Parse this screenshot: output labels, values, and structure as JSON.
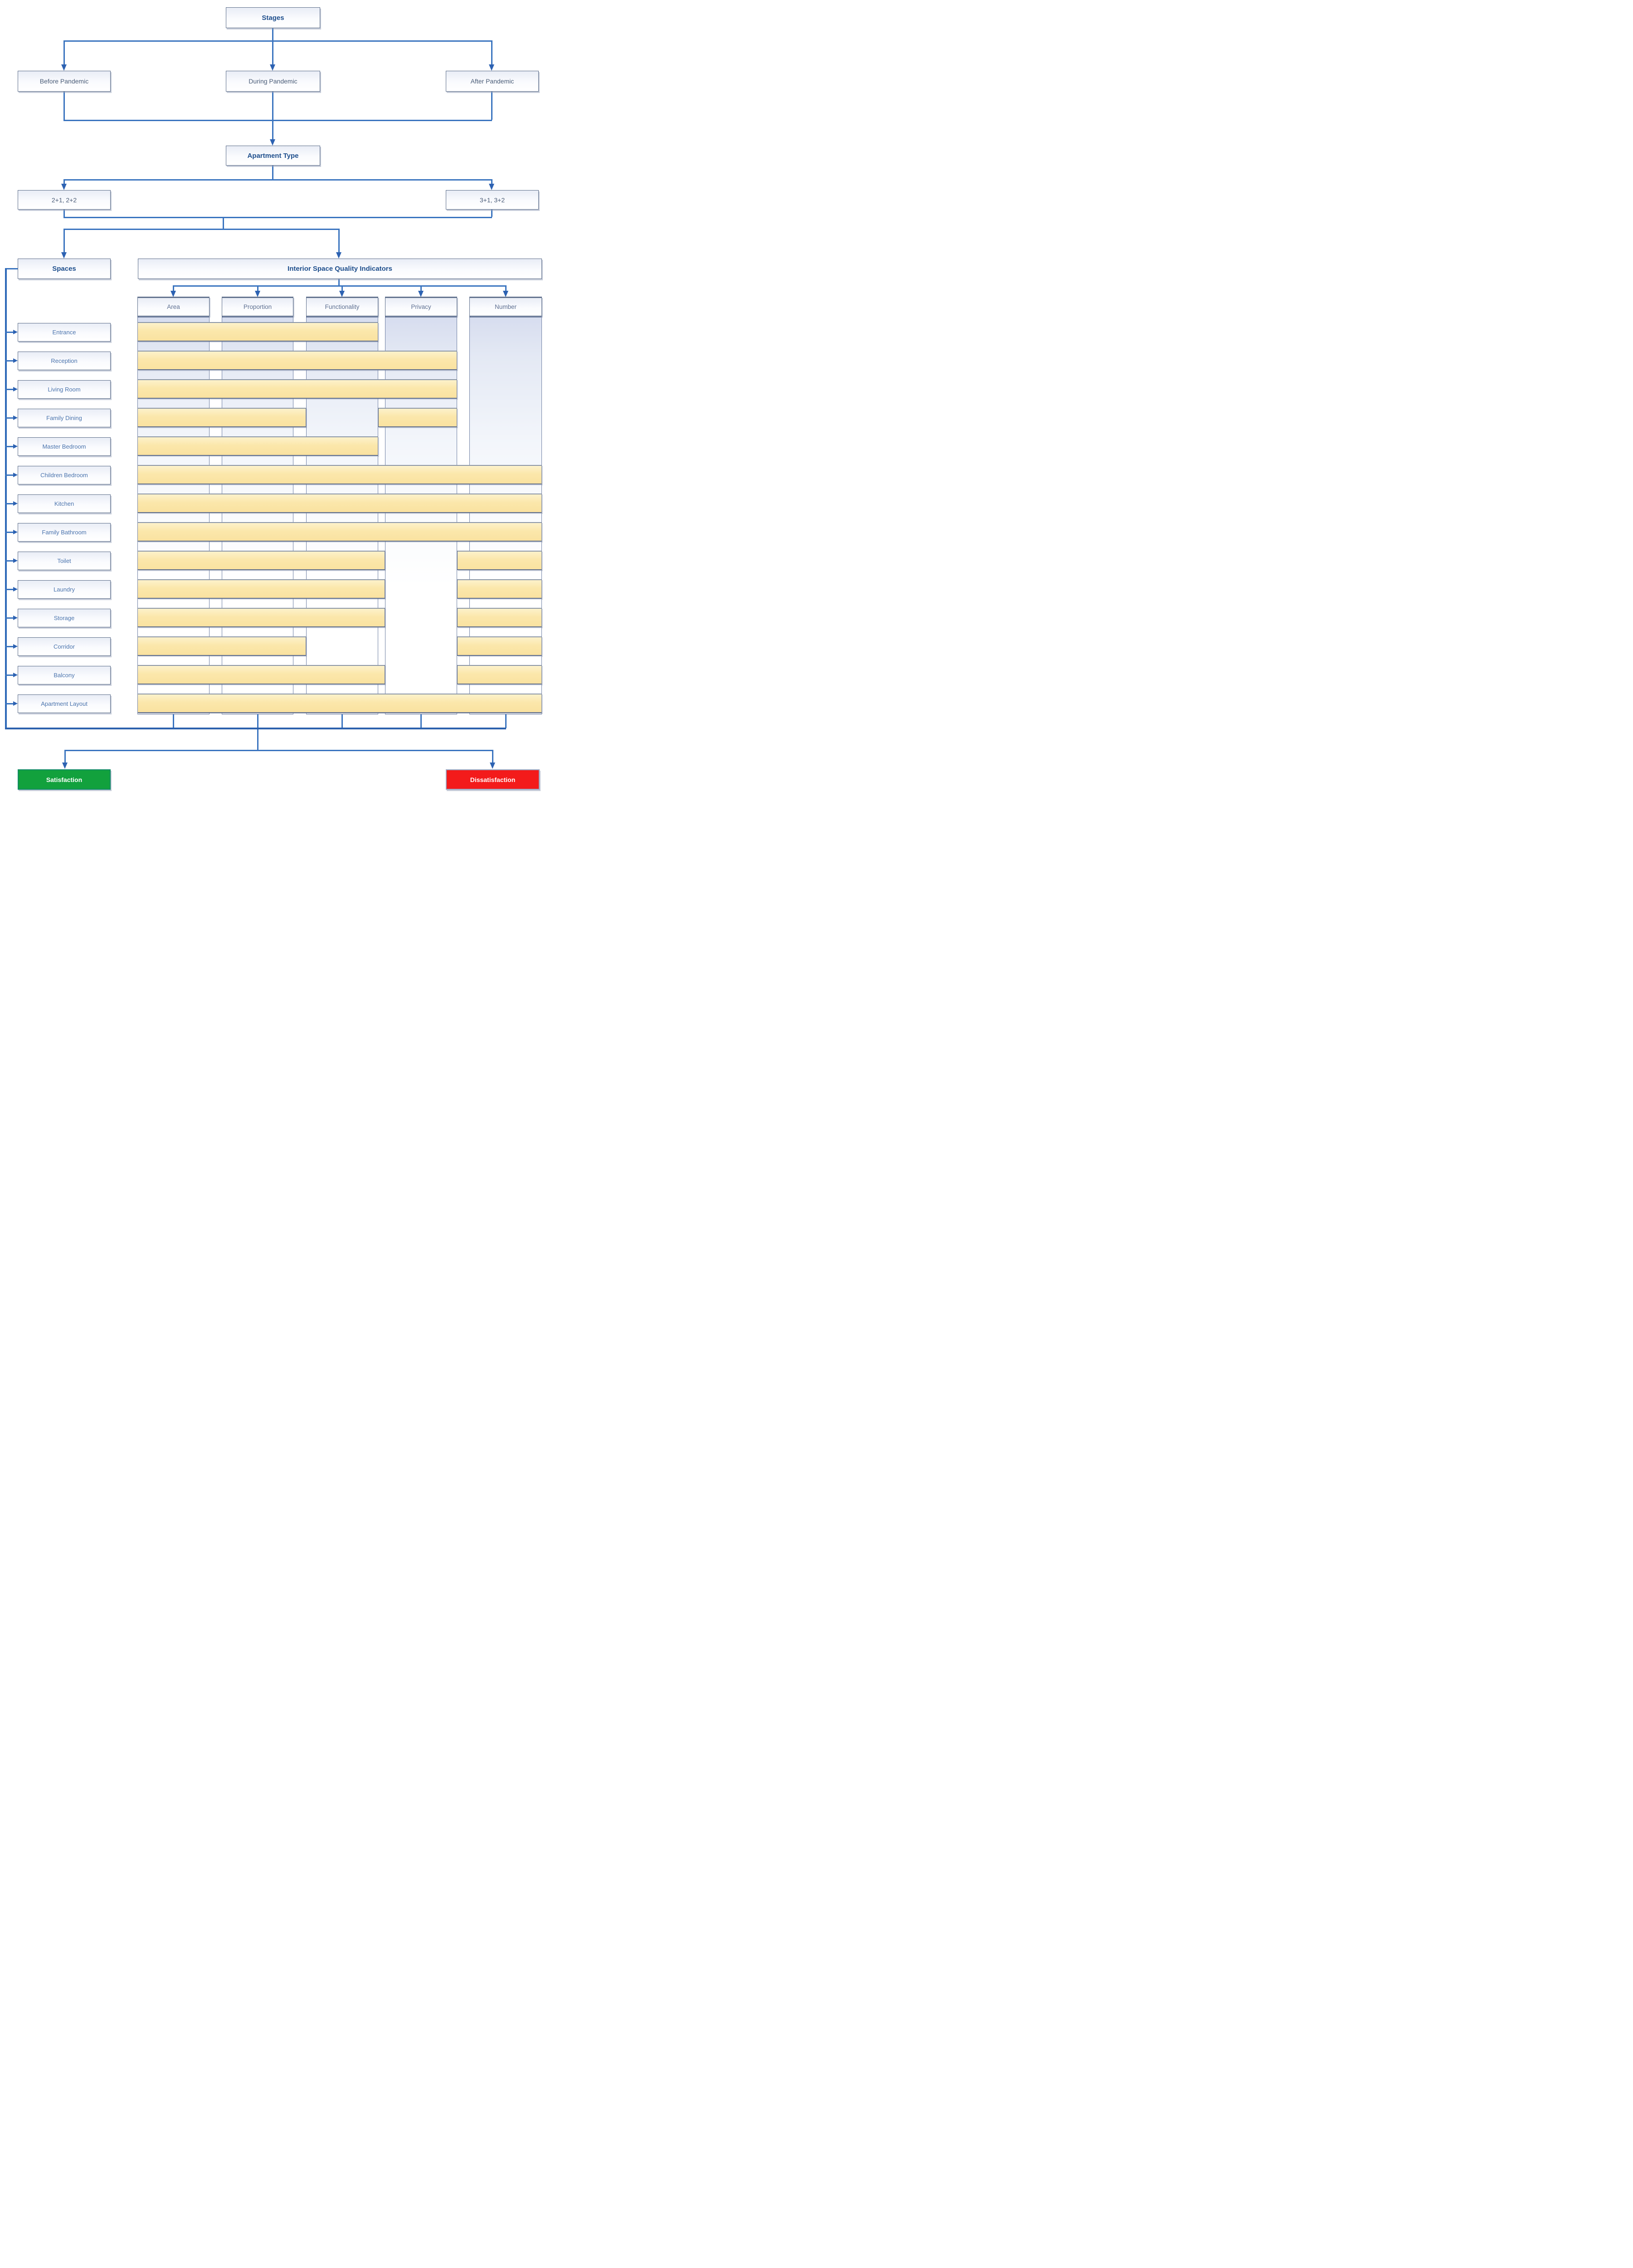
{
  "stages": {
    "title": "Stages",
    "items": [
      "Before Pandemic",
      "During Pandemic",
      "After Pandemic"
    ]
  },
  "apartment_type": {
    "title": "Apartment Type",
    "items": [
      "2+1, 2+2",
      "3+1, 3+2"
    ]
  },
  "spaces": {
    "title": "Spaces",
    "items": [
      "Entrance",
      "Reception",
      "Living Room",
      "Family Dining",
      "Master Bedroom",
      "Children Bedroom",
      "Kitchen",
      "Family Bathroom",
      "Toilet",
      "Laundry",
      "Storage",
      "Corridor",
      "Balcony",
      "Apartment Layout"
    ]
  },
  "indicators": {
    "title": "Interior Space Quality Indicators",
    "items": [
      "Area",
      "Proportion",
      "Functionality",
      "Privacy",
      "Number"
    ]
  },
  "coverage": {
    "Entrance": [
      "Area",
      "Proportion",
      "Functionality"
    ],
    "Reception": [
      "Area",
      "Proportion",
      "Functionality",
      "Privacy"
    ],
    "Living Room": [
      "Area",
      "Proportion",
      "Functionality",
      "Privacy"
    ],
    "Family Dining": [
      "Area",
      "Proportion",
      "Privacy"
    ],
    "Master Bedroom": [
      "Area",
      "Proportion",
      "Functionality"
    ],
    "Children Bedroom": [
      "Area",
      "Proportion",
      "Functionality",
      "Privacy",
      "Number"
    ],
    "Kitchen": [
      "Area",
      "Proportion",
      "Functionality",
      "Privacy",
      "Number"
    ],
    "Family Bathroom": [
      "Area",
      "Proportion",
      "Functionality",
      "Privacy",
      "Number"
    ],
    "Toilet": [
      "Area",
      "Proportion",
      "Functionality",
      "Number"
    ],
    "Laundry": [
      "Area",
      "Proportion",
      "Functionality",
      "Number"
    ],
    "Storage": [
      "Area",
      "Proportion",
      "Functionality",
      "Number"
    ],
    "Corridor": [
      "Area",
      "Proportion",
      "Number"
    ],
    "Balcony": [
      "Area",
      "Proportion",
      "Functionality",
      "Number"
    ],
    "Apartment Layout": [
      "Area",
      "Proportion",
      "Functionality",
      "Privacy",
      "Number"
    ]
  },
  "outcomes": {
    "positive": "Satisfaction",
    "negative": "Dissatisfaction"
  },
  "colors": {
    "bar_fill": "#fbe7ab",
    "column_fill": "#d7ddef",
    "connector": "#3a74bf",
    "satisfaction_green": "#12a13d",
    "dissatisfaction_red": "#f31b1b",
    "title_text": "#1e4e8c",
    "stage_text": "#4a5c77",
    "space_text": "#4b74ad",
    "header_text": "#5d6f91"
  }
}
